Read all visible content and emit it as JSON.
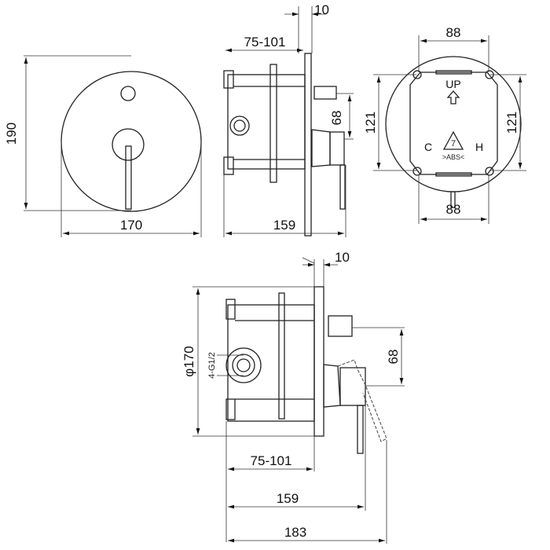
{
  "front_view": {
    "height": "190",
    "width": "170"
  },
  "side_view_top": {
    "plate": "10",
    "depth": "75-101",
    "total": "159",
    "offset": "68"
  },
  "rear_view": {
    "top_width": "88",
    "bottom_width": "88",
    "left_height": "121",
    "right_height": "121",
    "up_label": "UP",
    "cold_label": "C",
    "hot_label": "H",
    "recycle_number": "7",
    "material_label": ">ABS<"
  },
  "side_view_bottom": {
    "plate": "10",
    "diameter": "φ170",
    "thread": "4-G1/2",
    "offset": "68",
    "depth": "75-101",
    "total": "159",
    "overall": "183"
  }
}
